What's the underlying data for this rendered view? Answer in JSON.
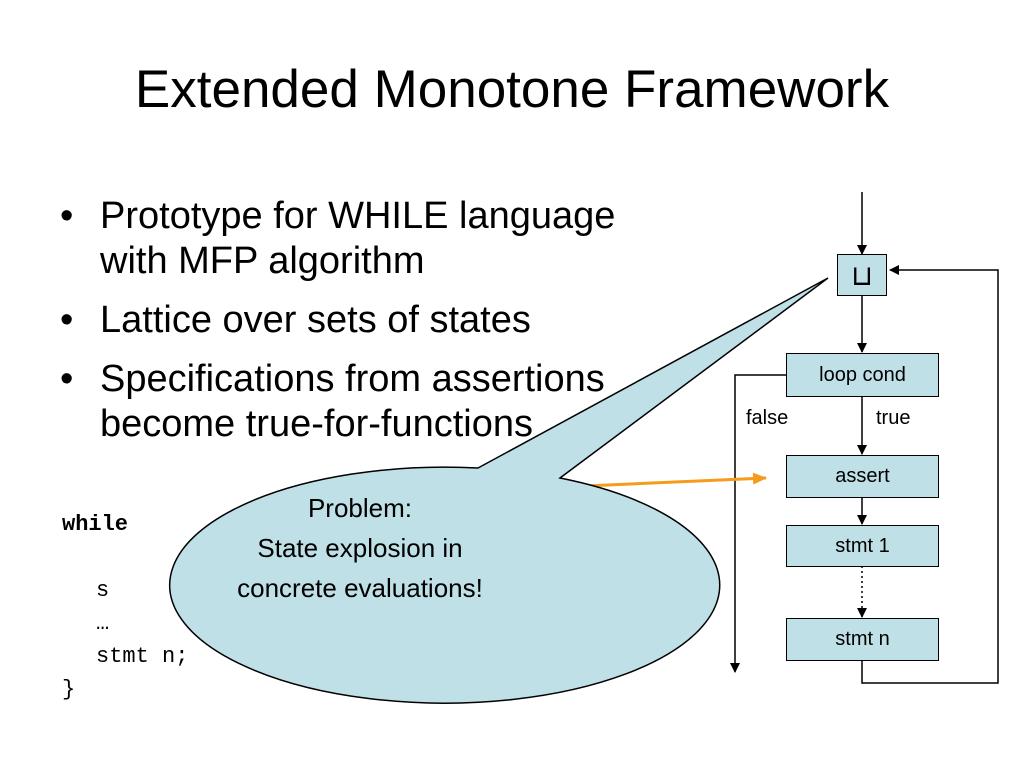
{
  "title": "Extended Monotone Framework",
  "bullets": [
    {
      "lines": [
        "Prototype for WHILE language",
        "with MFP algorithm"
      ]
    },
    {
      "lines": [
        "Lattice over sets of states"
      ]
    },
    {
      "lines": [
        "Specifications from assertions",
        "become true-for-functions"
      ]
    }
  ],
  "bullet_glyph": "•",
  "code": {
    "keyword": "while",
    "lines": [
      "s",
      "…",
      "stmt n;",
      "}"
    ]
  },
  "flowchart": {
    "join_symbol": "⊔",
    "loop_cond": "loop cond",
    "false_label": "false",
    "true_label": "true",
    "assert": "assert",
    "stmt1": "stmt 1",
    "stmtn": "stmt n"
  },
  "callout": {
    "lines": [
      "Problem:",
      "State explosion in",
      "concrete evaluations!"
    ],
    "fill": "#bfe0e6"
  },
  "colors": {
    "box_fill": "#bfe0e6",
    "arrow_orange": "#f59c1a"
  }
}
